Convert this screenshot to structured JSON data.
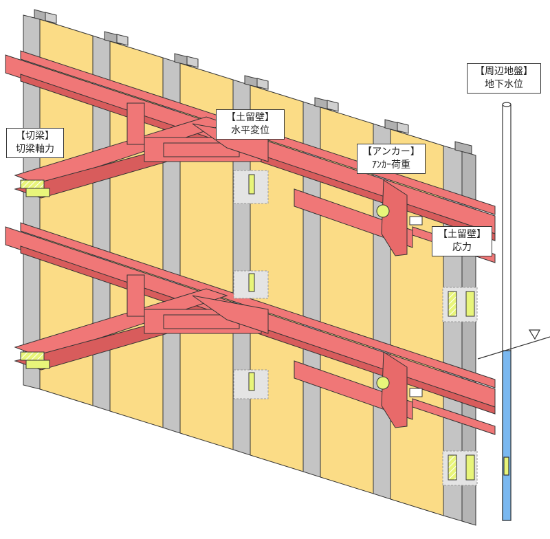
{
  "diagram": {
    "title": "Earth retaining wall monitoring schematic",
    "colors": {
      "panel": "#fbdc86",
      "pile": "#c0c0c0",
      "beam": "#f07777",
      "beam_dark": "#d85c5c",
      "sensor": "#e8f57a",
      "bracket": "#e4e4e4",
      "well": "#7ab8f0",
      "outline": "#333333"
    },
    "callouts": [
      {
        "id": "strut",
        "title": "【切梁】",
        "label": "切梁軸力"
      },
      {
        "id": "wall-displacement",
        "title": "【土留壁】",
        "label": "水平変位"
      },
      {
        "id": "anchor",
        "title": "【アンカー】",
        "label": "ｱﾝｶｰ荷重"
      },
      {
        "id": "wall-stress",
        "title": "【土留壁】",
        "label": "応力"
      },
      {
        "id": "groundwater",
        "title": "【周辺地盤】",
        "label": "地下水位"
      }
    ],
    "water_level_symbol": "▽"
  }
}
